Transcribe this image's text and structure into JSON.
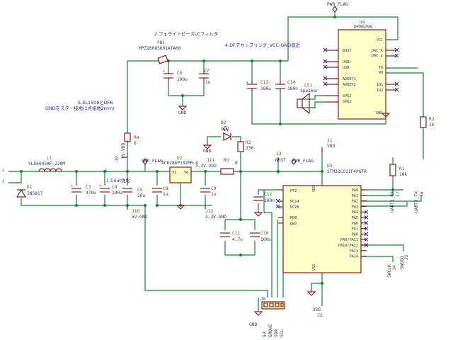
{
  "notes": {
    "filter": "2.フェライトビーズLCフィルタ",
    "decoupling": "4.DFデカップリング_VCC-GND直近",
    "gnd": "5.XL1509とDF6",
    "gnd2": "GNDをスター接地(1点接地2mm)",
    "cout": "1.Cout強化"
  },
  "power_flags": {
    "top": "PWR_FLAG",
    "reg": "PWR_FLAG",
    "mcu": "PWR_FLAG"
  },
  "components": {
    "u4": {
      "ref": "U4",
      "value": "DFR0299"
    },
    "fb1": {
      "ref": "FB1",
      "value": "MPZ1608S601ATA00"
    },
    "c6": {
      "ref": "C6",
      "value": "100u"
    },
    "c7": {
      "ref": "C7",
      "value": "1u"
    },
    "c13": {
      "ref": "C13",
      "value": "100u"
    },
    "c14": {
      "ref": "C14",
      "value": "100n"
    },
    "ls1": {
      "ref": "LS1",
      "value": "Speaker"
    },
    "d2": {
      "ref": "D2",
      "value": "LED"
    },
    "r3": {
      "ref": "R3",
      "value": "330"
    },
    "r2": {
      "ref": "R2",
      "value": "1k"
    },
    "r4": {
      "ref": "R4",
      "value": "0"
    },
    "r5": {
      "ref": "R5",
      "value": "0"
    },
    "r1": {
      "ref": "R1",
      "value": "10k"
    },
    "l1": {
      "ref": "L1",
      "value": "VLS6045AF-220M"
    },
    "d1": {
      "ref": "D1",
      "value": "1N5817"
    },
    "c3": {
      "ref": "C3",
      "value": "470u"
    },
    "c4": {
      "ref": "C4",
      "value": "100u"
    },
    "c5": {
      "ref": "C5",
      "value": "10u"
    },
    "c8": {
      "ref": "C8",
      "value": "1u"
    },
    "c9": {
      "ref": "C9",
      "value": "1u"
    },
    "c12": {
      "ref": "C12",
      "value": "100n"
    },
    "c11": {
      "ref": "C11",
      "value": "4.7u"
    },
    "c10": {
      "ref": "C10",
      "value": "100n"
    },
    "u2": {
      "ref": "U2",
      "value": "XC6206P332MR-G"
    },
    "u3": {
      "ref": "U3",
      "value": "STM32C011F4P6TR"
    },
    "j9": {
      "ref": "J9",
      "value": "5V-VDD"
    },
    "j10": {
      "ref": "J10",
      "value": "5V-GND"
    },
    "j11": {
      "ref": "J11",
      "value": "3.3V-VDD"
    },
    "j12": {
      "ref": "J12",
      "value": "3.3V-GND"
    },
    "j3": {
      "ref": "J3",
      "value": "NRST"
    },
    "j1": {
      "ref": "J1",
      "value": "VDD"
    },
    "j2": {
      "ref": "J2",
      "value": "VSS"
    },
    "j4": {
      "ref": "J4",
      "value": "SWCLK"
    },
    "j5": {
      "ref": "J5",
      "value": "SWDIO"
    },
    "j6": {
      "ref": "J6",
      "value": "UART1_TX"
    },
    "j7": {
      "ref": "J7",
      "value": "UART1_RX"
    },
    "j8": {
      "ref": "J8",
      "value": ""
    }
  },
  "u4_pins": {
    "vcc": "VCC",
    "busy": "BUSY",
    "dacr": "DAC_R",
    "dacl": "DAC_L",
    "usbp": "USB+",
    "usbm": "USB-",
    "tx": "TX",
    "rx": "RX",
    "adkey1": "ADKEY1",
    "adkey2": "ADKEY2",
    "io1": "IO1",
    "io2": "IO2",
    "spk1": "SPK1",
    "spk2": "SPK2",
    "gnd": "GND"
  },
  "u3_pins": {
    "pf2": "PF2",
    "pc14": "PC14",
    "pc15": "PC15",
    "pb6": "PB6",
    "pb7": "PB7",
    "vdd": "VDD",
    "vss": "VSS",
    "right": [
      "PA0",
      "PA1",
      "PA2",
      "PA3",
      "PA4",
      "PA5",
      "PA6",
      "PA7",
      "PA8",
      "PA9/PA11",
      "PA10/PA12",
      "PA13",
      "PA14"
    ]
  },
  "u2_pins": {
    "vi": "VI",
    "vo": "VO"
  },
  "labels": {
    "gnd": "GND",
    "vdd": "VDD",
    "vss": "VSS",
    "bottom": [
      "GND",
      "5V",
      "GROVE",
      "SDA",
      "SCL"
    ],
    "uart_rx": "UART1_RX",
    "uart_tx": "UART1_TX"
  }
}
